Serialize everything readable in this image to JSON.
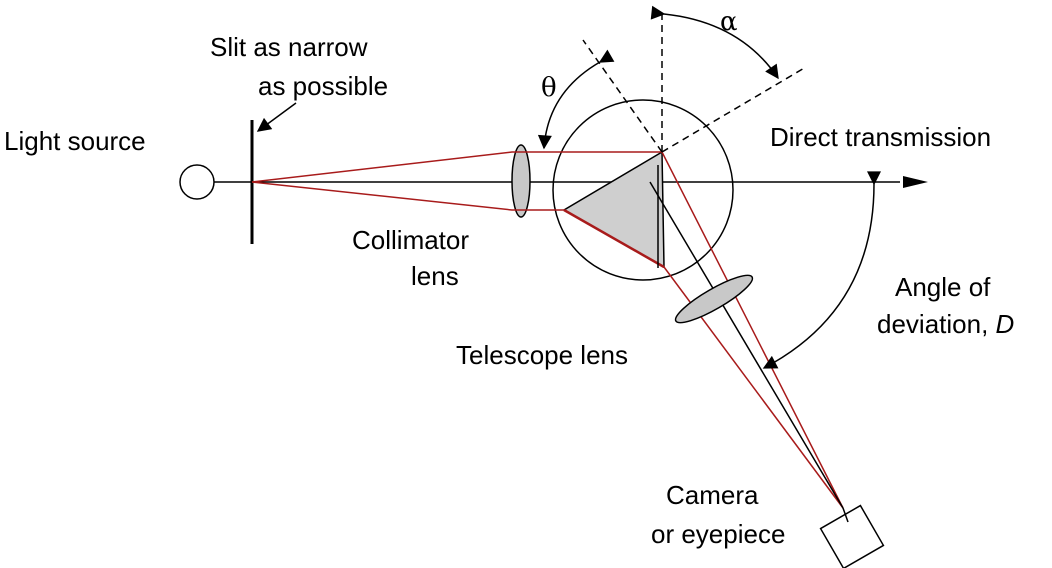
{
  "labels": {
    "light_source": "Light source",
    "slit_line1": "Slit as narrow",
    "slit_line2": "as possible",
    "collimator_line1": "Collimator",
    "collimator_line2": "lens",
    "direct_transmission": "Direct transmission",
    "angle_line1": "Angle of",
    "angle_line2_prefix": "deviation, ",
    "angle_line2_symbol": "D",
    "telescope": "Telescope lens",
    "camera_line1": "Camera",
    "camera_line2": "or eyepiece",
    "theta": "θ",
    "alpha": "α"
  },
  "colors": {
    "ray": "#a81b1b",
    "line": "#000000",
    "lens_fill": "#c8c8c8",
    "prism_fill": "#cfcfcf"
  }
}
